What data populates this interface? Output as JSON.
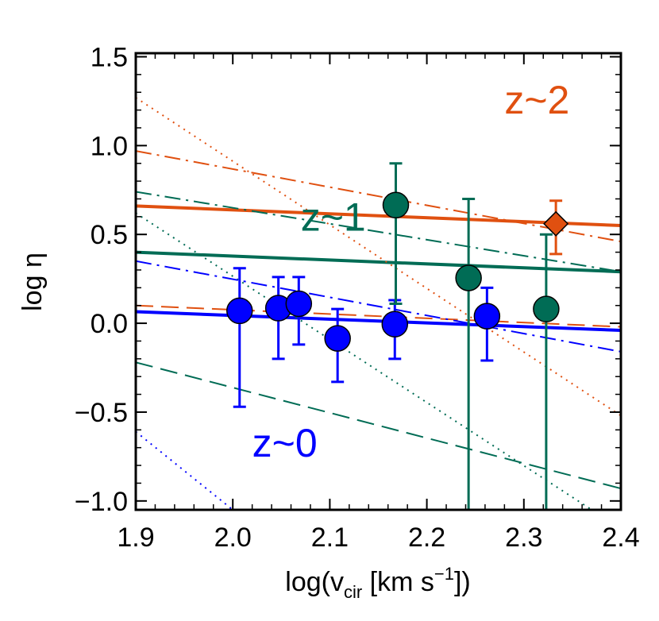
{
  "chart_data": {
    "type": "scatter",
    "x_label": {
      "main": "log(v",
      "sub": "cir",
      "mid": " [km s",
      "sup": "−1",
      "end": "])"
    },
    "y_label": "log η",
    "xlim": [
      1.9,
      2.4
    ],
    "ylim": [
      -1.05,
      1.52
    ],
    "x_ticks": [
      1.9,
      2.0,
      2.1,
      2.2,
      2.3,
      2.4
    ],
    "x_tick_labels": [
      "1.9",
      "2.0",
      "2.1",
      "2.2",
      "2.3",
      "2.4"
    ],
    "y_ticks": [
      1.5,
      1.0,
      0.5,
      0.0,
      -0.5,
      -1.0
    ],
    "y_tick_labels": [
      "1.5",
      "1.0",
      "0.5",
      "0.0",
      "−0.5",
      "−1.0"
    ],
    "colors": {
      "z0": "#0000ff",
      "z1": "#006c55",
      "z2": "#e05010"
    },
    "labels": [
      {
        "text": "z~2",
        "color": "z2",
        "x": 2.28,
        "y": 1.18
      },
      {
        "text": "z~1",
        "color": "z1",
        "x": 2.07,
        "y": 0.52
      },
      {
        "text": "z~0",
        "color": "z0",
        "x": 2.02,
        "y": -0.75
      }
    ],
    "lines": [
      {
        "name": "z~2 fit",
        "color": "z2",
        "style": "solid",
        "width": 4,
        "x": [
          1.9,
          2.4
        ],
        "y": [
          0.66,
          0.55
        ]
      },
      {
        "name": "z~1 fit",
        "color": "z1",
        "style": "solid",
        "width": 4,
        "x": [
          1.9,
          2.4
        ],
        "y": [
          0.4,
          0.29
        ]
      },
      {
        "name": "z~0 fit",
        "color": "z0",
        "style": "solid",
        "width": 4,
        "x": [
          1.9,
          2.4
        ],
        "y": [
          0.065,
          -0.04
        ]
      },
      {
        "color": "z2",
        "style": "dashdot",
        "width": 2,
        "x": [
          1.9,
          2.4
        ],
        "y": [
          0.97,
          0.46
        ]
      },
      {
        "color": "z2",
        "style": "dotted",
        "width": 2,
        "x": [
          1.9,
          2.4
        ],
        "y": [
          1.27,
          -0.52
        ]
      },
      {
        "color": "z2",
        "style": "dashed",
        "width": 2,
        "x": [
          1.9,
          2.4
        ],
        "y": [
          0.1,
          -0.02
        ]
      },
      {
        "color": "z1",
        "style": "dashdot",
        "width": 2,
        "x": [
          1.9,
          2.4
        ],
        "y": [
          0.74,
          0.29
        ]
      },
      {
        "color": "z1",
        "style": "dotted",
        "width": 2,
        "x": [
          1.9,
          2.37
        ],
        "y": [
          0.62,
          -1.05
        ]
      },
      {
        "color": "z1",
        "style": "dashed",
        "width": 2,
        "x": [
          1.9,
          2.4
        ],
        "y": [
          -0.22,
          -0.93
        ]
      },
      {
        "color": "z0",
        "style": "dashdot",
        "width": 2,
        "x": [
          1.9,
          2.4
        ],
        "y": [
          0.35,
          -0.16
        ]
      },
      {
        "color": "z0",
        "style": "dotted",
        "width": 2,
        "x": [
          1.9,
          2.0
        ],
        "y": [
          -0.61,
          -1.05
        ]
      }
    ],
    "series": [
      {
        "color": "z0",
        "marker": "circle",
        "points": [
          {
            "x": 2.007,
            "y": 0.07,
            "lo": -0.47,
            "hi": 0.31
          },
          {
            "x": 2.047,
            "y": 0.085,
            "lo": -0.2,
            "hi": 0.26
          },
          {
            "x": 2.068,
            "y": 0.11,
            "lo": -0.12,
            "hi": 0.26
          },
          {
            "x": 2.108,
            "y": -0.085,
            "lo": -0.33,
            "hi": 0.08
          },
          {
            "x": 2.167,
            "y": -0.005,
            "lo": -0.2,
            "hi": 0.13
          },
          {
            "x": 2.262,
            "y": 0.04,
            "lo": -0.21,
            "hi": 0.2
          }
        ]
      },
      {
        "color": "z1",
        "marker": "circle",
        "points": [
          {
            "x": 2.168,
            "y": 0.665,
            "lo": 0.11,
            "hi": 0.9
          },
          {
            "x": 2.243,
            "y": 0.255,
            "lo": -1.05,
            "hi": 0.7
          },
          {
            "x": 2.323,
            "y": 0.08,
            "lo": -1.05,
            "hi": 0.5
          }
        ]
      },
      {
        "color": "z2",
        "marker": "diamond",
        "points": [
          {
            "x": 2.333,
            "y": 0.56,
            "lo": 0.39,
            "hi": 0.69
          }
        ]
      }
    ]
  }
}
